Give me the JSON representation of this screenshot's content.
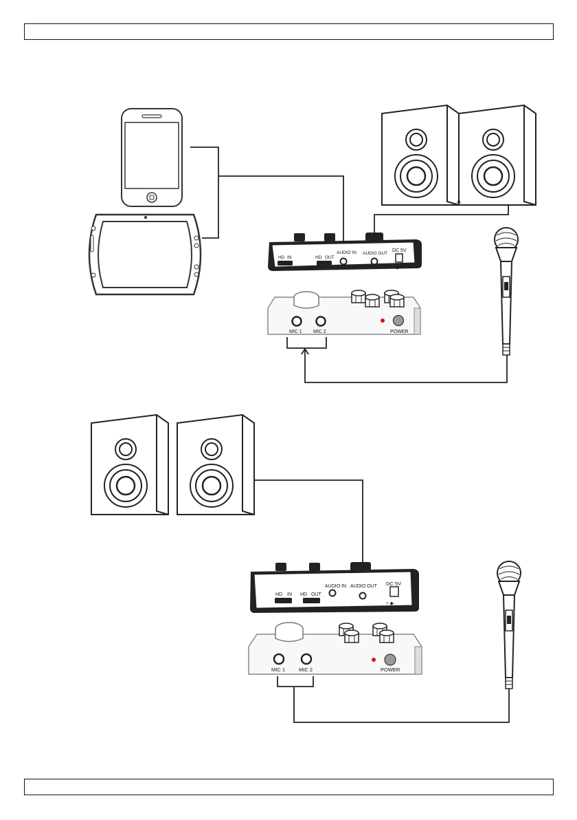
{
  "labels": {
    "hd_in_hd": "HD",
    "hd_in_in": "IN",
    "hd_out_hd": "HD",
    "hd_out_out": "OUT",
    "audio_in": "AUDIO IN",
    "audio_out": "AUDIO OUT",
    "dc_5v": "DC 5V",
    "dc_polarity": "+ ◆-",
    "mic_1": "MIC 1",
    "mic_2": "MIC 2",
    "power": "POWER"
  },
  "colors": {
    "line": "#222222",
    "power_led": "#e01010",
    "power_button": "#9a9a9a"
  }
}
